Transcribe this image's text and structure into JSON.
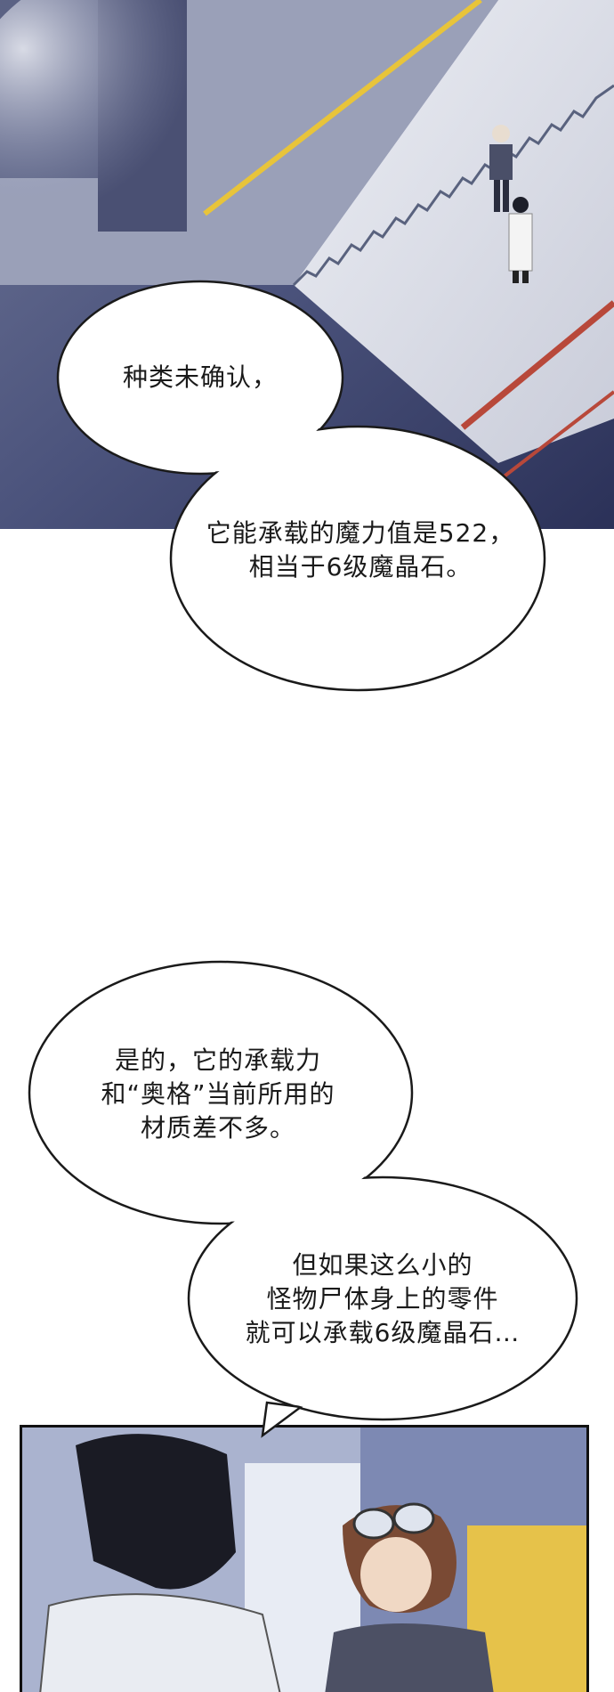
{
  "bubbles": [
    {
      "lines": [
        "种类未确认，"
      ]
    },
    {
      "lines": [
        "它能承载的魔力值是522，",
        "相当于6级魔晶石。"
      ]
    },
    {
      "lines": [
        "是的，它的承载力",
        "和“奥格”当前所用的",
        "材质差不多。"
      ]
    },
    {
      "lines": [
        "但如果这么小的",
        "怪物尸体身上的零件",
        "就可以承载6级魔晶石…"
      ]
    }
  ],
  "colors": {
    "floor": "#d9dce6",
    "shadow": "#3d4670",
    "stripe_yellow": "#e8c43a",
    "stripe_red": "#b8483a",
    "ink": "#1a1a1a"
  }
}
